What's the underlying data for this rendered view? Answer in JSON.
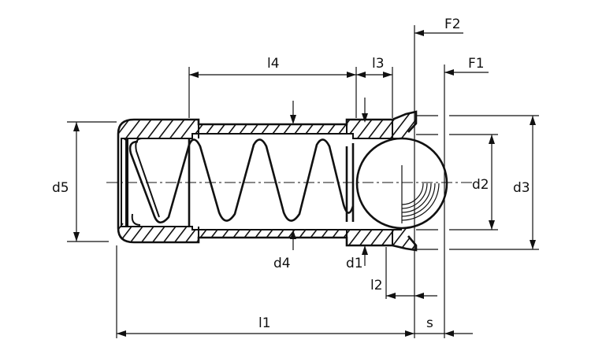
{
  "labels": {
    "l1": "l1",
    "l2": "l2",
    "l3": "l3",
    "l4": "l4",
    "d1": "d1",
    "d2": "d2",
    "d3": "d3",
    "d4": "d4",
    "d5": "d5",
    "s": "s",
    "f1": "F1",
    "f2": "F2"
  }
}
